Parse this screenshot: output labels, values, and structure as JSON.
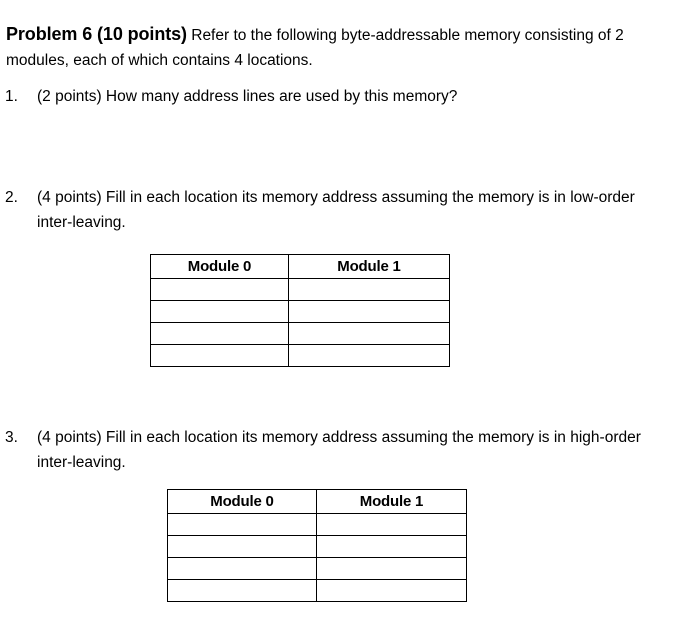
{
  "document": {
    "intro": {
      "title": "Problem 6 (10 points)",
      "body": " Refer to the following byte-addressable memory consisting of 2 modules, each of which contains 4 locations."
    },
    "questions": [
      {
        "marker": "1.",
        "text": "(2 points) How many address lines are used by this memory?"
      },
      {
        "marker": "2.",
        "text": "(4 points) Fill in each location its memory address assuming the memory is in low-order inter-leaving."
      },
      {
        "marker": "3.",
        "text": "(4 points) Fill in each location its memory address assuming the memory is in high-order inter-leaving."
      }
    ],
    "tables": [
      {
        "id": "low-order",
        "headers": [
          "Module 0",
          "Module 1"
        ],
        "rows": [
          [
            "",
            ""
          ],
          [
            "",
            ""
          ],
          [
            "",
            ""
          ],
          [
            "",
            ""
          ]
        ]
      },
      {
        "id": "high-order",
        "headers": [
          "Module 0",
          "Module 1"
        ],
        "rows": [
          [
            "",
            ""
          ],
          [
            "",
            ""
          ],
          [
            "",
            ""
          ],
          [
            "",
            ""
          ]
        ]
      }
    ]
  }
}
